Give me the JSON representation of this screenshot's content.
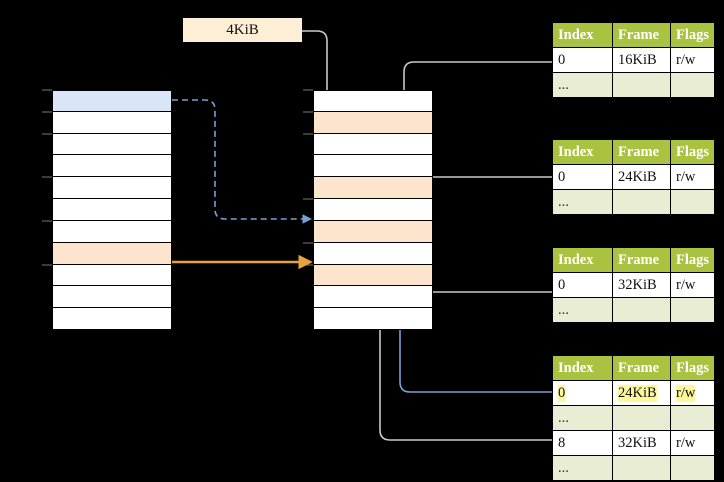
{
  "diagram": {
    "title_label": "4KiB",
    "colors": {
      "header_green": "#a9c23f",
      "ellipsis_row": "#e8edd4",
      "peach": "#fde5cd",
      "blue_row": "#dae6f7",
      "highlight_yellow": "#fff89a",
      "orange_arrow": "#e8a33d",
      "blue_arrow": "#7b9fd4",
      "gray_arrow": "#c9c9c9",
      "label_box": "#fdefd6"
    },
    "left_column": {
      "name": "virtual-address-space",
      "row_count": 11,
      "rows": [
        {
          "fill": "blue"
        },
        {
          "fill": "white"
        },
        {
          "fill": "white"
        },
        {
          "fill": "white"
        },
        {
          "fill": "white"
        },
        {
          "fill": "white"
        },
        {
          "fill": "white"
        },
        {
          "fill": "peach"
        },
        {
          "fill": "white"
        },
        {
          "fill": "white"
        },
        {
          "fill": "white"
        }
      ]
    },
    "middle_column": {
      "name": "physical-memory",
      "row_count": 11,
      "rows": [
        {
          "fill": "white"
        },
        {
          "fill": "peach"
        },
        {
          "fill": "white"
        },
        {
          "fill": "white"
        },
        {
          "fill": "peach"
        },
        {
          "fill": "white"
        },
        {
          "fill": "peach"
        },
        {
          "fill": "white"
        },
        {
          "fill": "peach"
        },
        {
          "fill": "white"
        },
        {
          "fill": "white"
        }
      ]
    },
    "page_tables": [
      {
        "name": "page-table-1",
        "headers": [
          "Index",
          "Frame",
          "Flags"
        ],
        "rows": [
          {
            "cells": [
              "0",
              "16KiB",
              "r/w"
            ],
            "kind": "data",
            "highlight": []
          },
          {
            "cells": [
              "...",
              "",
              ""
            ],
            "kind": "ellipsis",
            "highlight": []
          }
        ]
      },
      {
        "name": "page-table-2",
        "headers": [
          "Index",
          "Frame",
          "Flags"
        ],
        "rows": [
          {
            "cells": [
              "0",
              "24KiB",
              "r/w"
            ],
            "kind": "data",
            "highlight": []
          },
          {
            "cells": [
              "...",
              "",
              ""
            ],
            "kind": "ellipsis",
            "highlight": []
          }
        ]
      },
      {
        "name": "page-table-3",
        "headers": [
          "Index",
          "Frame",
          "Flags"
        ],
        "rows": [
          {
            "cells": [
              "0",
              "32KiB",
              "r/w"
            ],
            "kind": "data",
            "highlight": []
          },
          {
            "cells": [
              "...",
              "",
              ""
            ],
            "kind": "ellipsis",
            "highlight": []
          }
        ]
      },
      {
        "name": "page-table-4",
        "headers": [
          "Index",
          "Frame",
          "Flags"
        ],
        "rows": [
          {
            "cells": [
              "0",
              "24KiB",
              "r/w"
            ],
            "kind": "data",
            "highlight": [
              0,
              1,
              2
            ]
          },
          {
            "cells": [
              "...",
              "",
              ""
            ],
            "kind": "ellipsis",
            "highlight": []
          },
          {
            "cells": [
              "8",
              "32KiB",
              "r/w"
            ],
            "kind": "data",
            "highlight": []
          },
          {
            "cells": [
              "...",
              "",
              ""
            ],
            "kind": "ellipsis",
            "highlight": []
          }
        ]
      }
    ]
  }
}
